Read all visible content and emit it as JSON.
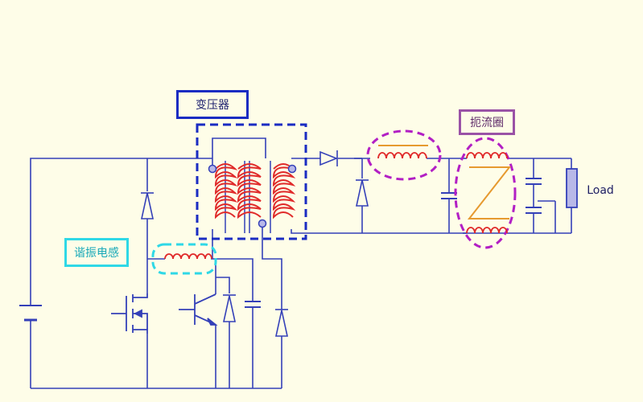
{
  "labels": {
    "transformer": "变压器",
    "resonant_inductor": "谐振电感",
    "choke": "扼流圈",
    "load": "Load"
  },
  "colors": {
    "background": "#fefde8",
    "wire": "#3440b8",
    "transformer_box": "#1a2cc2",
    "transformer_coil": "#e02a2a",
    "resonant_highlight": "#2fd8e6",
    "choke_highlight": "#b21fc4",
    "inductor_coil": "#e02a2a",
    "filter_winding": "#e69a2f",
    "load": "#b8b8e8"
  }
}
